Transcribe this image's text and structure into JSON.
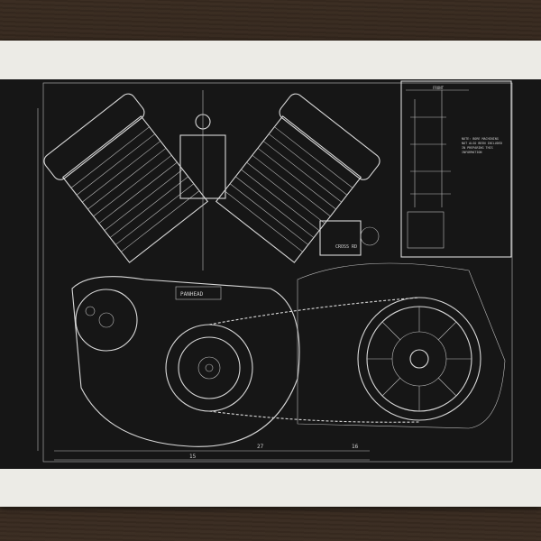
{
  "colors": {
    "wall": "#2b2119",
    "paper": "#ecebe6",
    "print": "#161616",
    "line": "#d9d9d9"
  },
  "blueprint": {
    "notes": "NOTE: BORE MACHINING NOT ALSO BEEN INCLUDED IN PREPARING THIS INFORMATION",
    "front_label": "FRONT",
    "model": "PANHEAD",
    "plate_text": "CROSS RD",
    "dims": {
      "a": "27",
      "b": "16",
      "c": "15"
    }
  }
}
